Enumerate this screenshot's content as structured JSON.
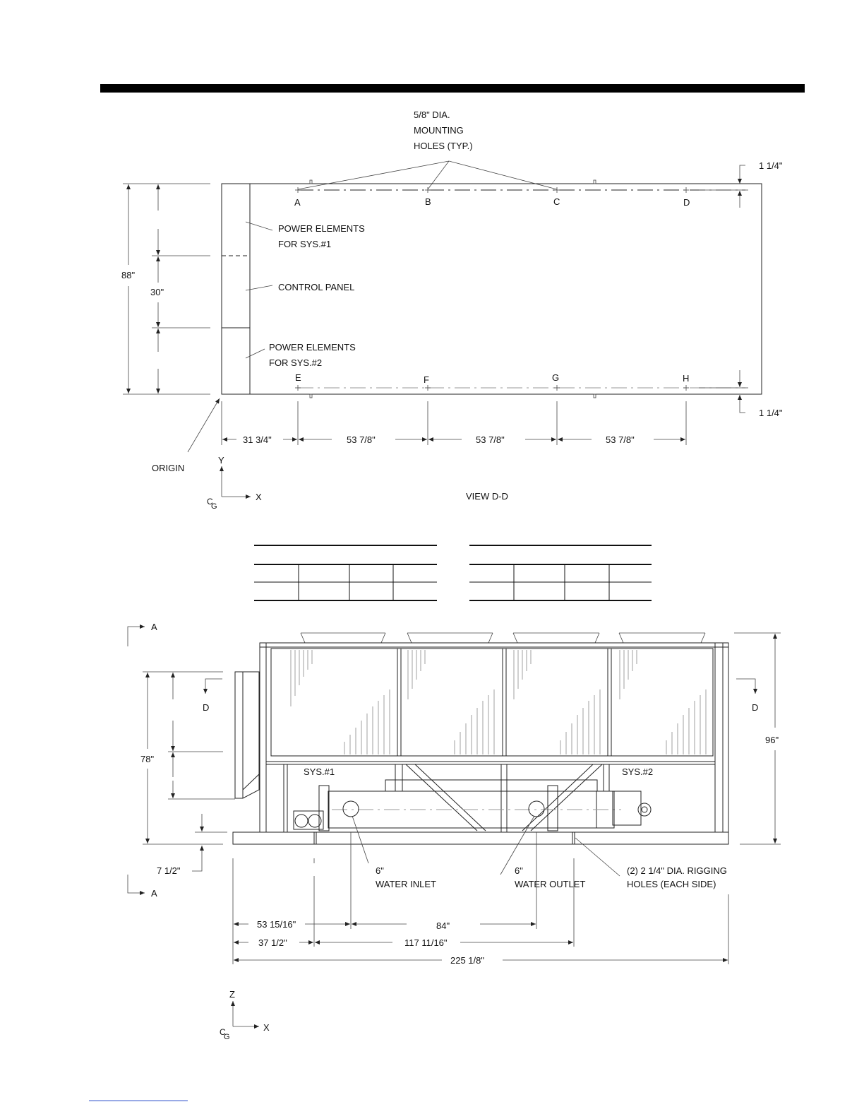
{
  "plan_view": {
    "mounting_note": [
      "5/8\" DIA.",
      "MOUNTING",
      "HOLES (TYP.)"
    ],
    "hole_labels_top": [
      "A",
      "B",
      "C",
      "D"
    ],
    "hole_labels_bottom": [
      "E",
      "F",
      "G",
      "H"
    ],
    "edge_offset_top": "1 1/4\"",
    "edge_offset_bottom": "1 1/4\"",
    "width_dim": "88\"",
    "panel_dim": "30\"",
    "callouts": {
      "power_sys1": [
        "POWER ELEMENTS",
        "FOR SYS.#1"
      ],
      "control_panel": "CONTROL PANEL",
      "power_sys2": [
        "POWER ELEMENTS",
        "FOR SYS.#2"
      ]
    },
    "spacing_dims": [
      "31 3/4\"",
      "53 7/8\"",
      "53 7/8\"",
      "53 7/8\""
    ],
    "origin_label": "ORIGIN",
    "axis_labels": {
      "y": "Y",
      "x": "X",
      "cg": "CG"
    },
    "view_title": "VIEW D-D"
  },
  "elevation_view": {
    "section_a_top": "A",
    "section_a_bottom": "A",
    "section_d_left": "D",
    "section_d_right": "D",
    "height_dim": "78\"",
    "overall_height_dim": "96\"",
    "base_dim": "7 1/2\"",
    "sys1_label": "SYS.#1",
    "sys2_label": "SYS.#2",
    "inlet": [
      "6\"",
      "WATER INLET"
    ],
    "outlet": [
      "6\"",
      "WATER OUTLET"
    ],
    "rigging": [
      "(2) 2 1/4\" DIA. RIGGING",
      "HOLES (EACH SIDE)"
    ],
    "bottom_dims": [
      "53 15/16\"",
      "84\"",
      "37 1/2\"",
      "117 11/16\"",
      "225 1/8\""
    ],
    "axis_labels": {
      "z": "Z",
      "x": "X",
      "cg": "CG"
    }
  }
}
